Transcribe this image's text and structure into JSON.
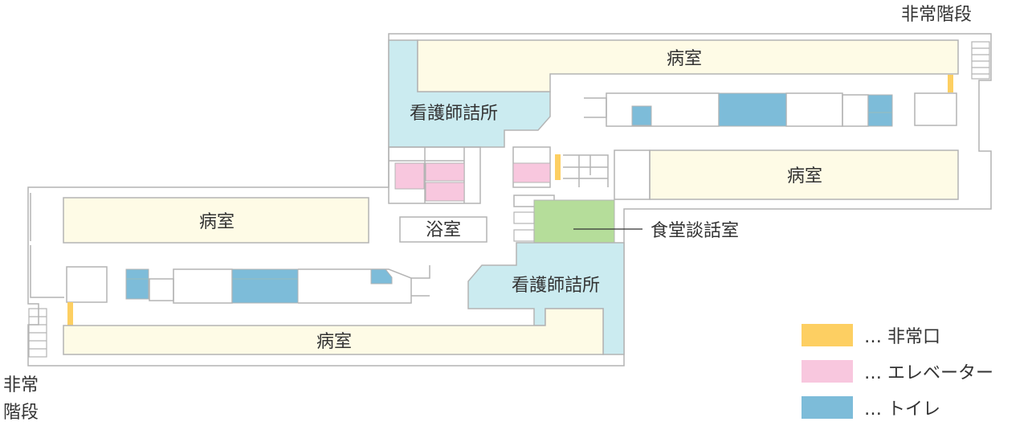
{
  "colors": {
    "ward": "#fefbe6",
    "nurse_station": "#cbebf0",
    "elevator": "#f8c7de",
    "toilet": "#7dbcd9",
    "emergency_exit": "#fdcf62",
    "dining": "#b5dd9a",
    "wall": "#b4b4b4"
  },
  "rooms": {
    "ward_top_right": "病室",
    "ward_middle_right": "病室",
    "ward_left": "病室",
    "ward_bottom": "病室",
    "nurse_station_top": "看護師詰所",
    "nurse_station_center": "看護師詰所",
    "bath": "浴室",
    "dining": "食堂談話室"
  },
  "stairs": {
    "top_right": "非常階段",
    "bottom_left_line1": "非常",
    "bottom_left_line2": "階段"
  },
  "legend": [
    {
      "color": "#fdcf62",
      "label": "… 非常口"
    },
    {
      "color": "#f8c7de",
      "label": "… エレベーター"
    },
    {
      "color": "#7dbcd9",
      "label": "… トイレ"
    }
  ]
}
